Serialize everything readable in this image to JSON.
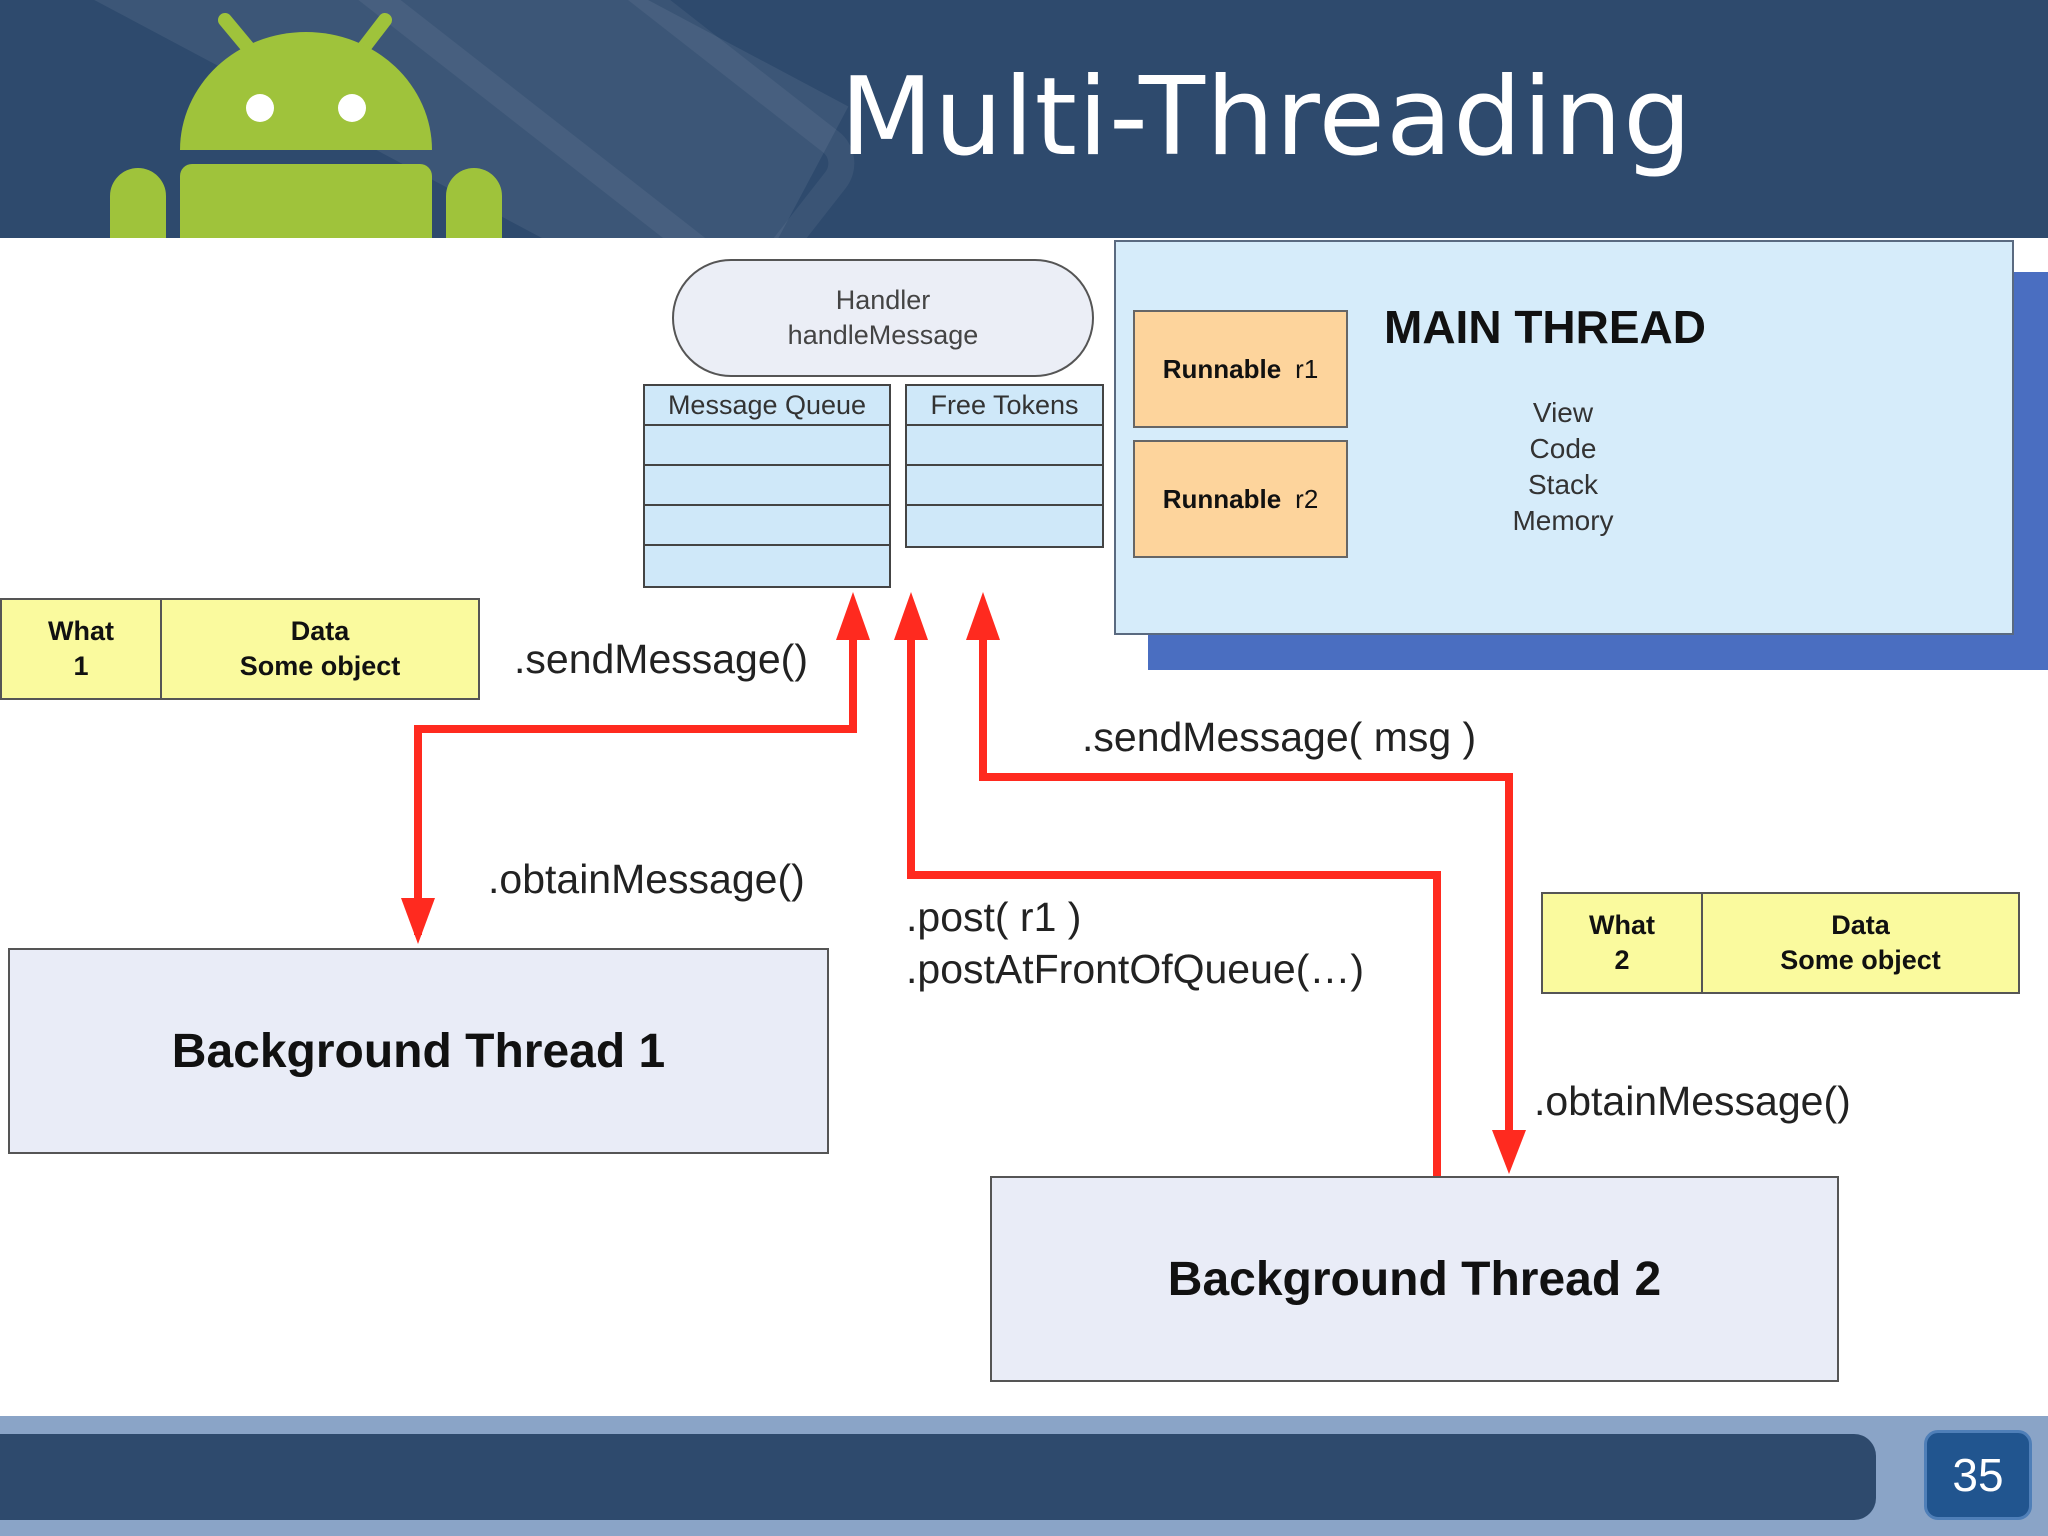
{
  "slide": {
    "title": "Multi-Threading",
    "page_number": "35"
  },
  "colors": {
    "header": "#2e4a6d",
    "arrow": "#ff2a1f",
    "main_thread_fill": "#d6ecfa",
    "runnable_fill": "#fdd49c",
    "message_fill": "#fafa9e",
    "queue_fill": "#cfe8f9",
    "android_green": "#9fc33b"
  },
  "handler": {
    "line1": "Handler",
    "line2": "handleMessage"
  },
  "queue": {
    "message_queue_label": "Message Queue",
    "free_tokens_label": "Free Tokens"
  },
  "main_thread": {
    "title": "MAIN THREAD",
    "lines": [
      "View",
      "Code",
      "Stack",
      "Memory"
    ],
    "runnable1": {
      "label": "Runnable",
      "id": "r1"
    },
    "runnable2": {
      "label": "Runnable",
      "id": "r2"
    }
  },
  "message1": {
    "what_label": "What",
    "what_value": "1",
    "data_label": "Data",
    "data_value": "Some object"
  },
  "message2": {
    "what_label": "What",
    "what_value": "2",
    "data_label": "Data",
    "data_value": "Some object"
  },
  "threads": {
    "bg1": "Background Thread 1",
    "bg2": "Background Thread 2"
  },
  "calls": {
    "send_message": ".sendMessage()",
    "obtain_message_1": ".obtainMessage()",
    "post_r1": ".post( r1 )",
    "post_front": ".postAtFrontOfQueue(…)",
    "send_message_msg": ".sendMessage( msg )",
    "obtain_message_2": ".obtainMessage()"
  }
}
